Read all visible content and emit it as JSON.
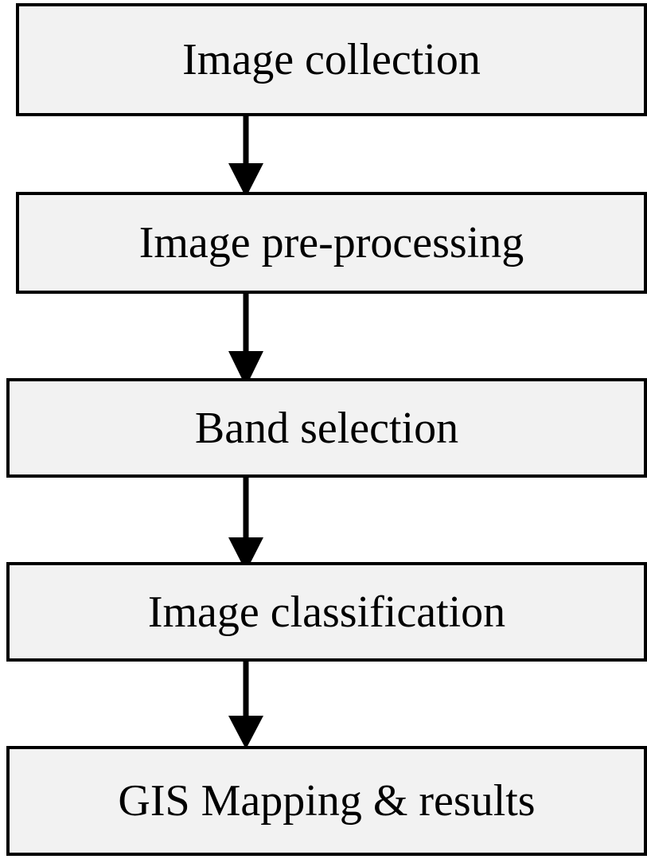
{
  "flowchart": {
    "steps": [
      {
        "label": "Image collection"
      },
      {
        "label": "Image pre-processing"
      },
      {
        "label": "Band selection"
      },
      {
        "label": "Image classification"
      },
      {
        "label": "GIS Mapping & results"
      }
    ]
  },
  "colors": {
    "box_fill": "#f2f2f2",
    "border": "#000000",
    "text": "#000000"
  }
}
